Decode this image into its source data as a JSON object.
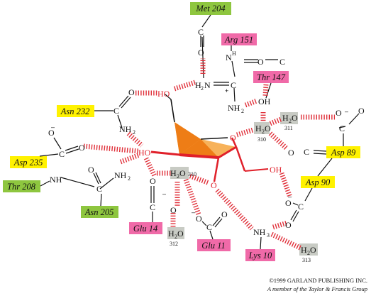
{
  "colors": {
    "green": "#8ec63f",
    "pink": "#f06aa8",
    "yellow": "#fff200",
    "gray": "#c8cbc4",
    "hbond": "#e0303a",
    "sugar_light": "#f7b25a",
    "sugar_dark": "#ee7d16",
    "sugar_bond": "#e0202a"
  },
  "residues": {
    "met204": "Met 204",
    "arg151": "Arg 151",
    "thr147": "Thr 147",
    "asn232": "Asn 232",
    "asp235": "Asp 235",
    "thr208": "Thr 208",
    "asn205": "Asn 205",
    "glu14": "Glu 14",
    "glu11": "Glu 11",
    "lys10": "Lys 10",
    "asp89": "Asp 89",
    "asp90": "Asp 90"
  },
  "atoms": {
    "C": "C",
    "O": "O",
    "N": "N",
    "NH": "NH",
    "NH2": "NH",
    "NH3": "NH",
    "H2N": "H",
    "H2O": "H",
    "OH": "OH",
    "HO": "HO",
    "O_minus": "O",
    "water_O": "O",
    "sub_2": "2",
    "sub_3": "3",
    "sub_N": "N",
    "minus": "–",
    "plus": "+"
  },
  "waters": {
    "w310a": "310",
    "w310b": "310",
    "w311": "311",
    "w312": "312",
    "w313": "313"
  },
  "copyright": {
    "line1": "©1999 GARLAND PUBLISHING INC.",
    "line2": "A member of the Taylor & Francis Group"
  }
}
